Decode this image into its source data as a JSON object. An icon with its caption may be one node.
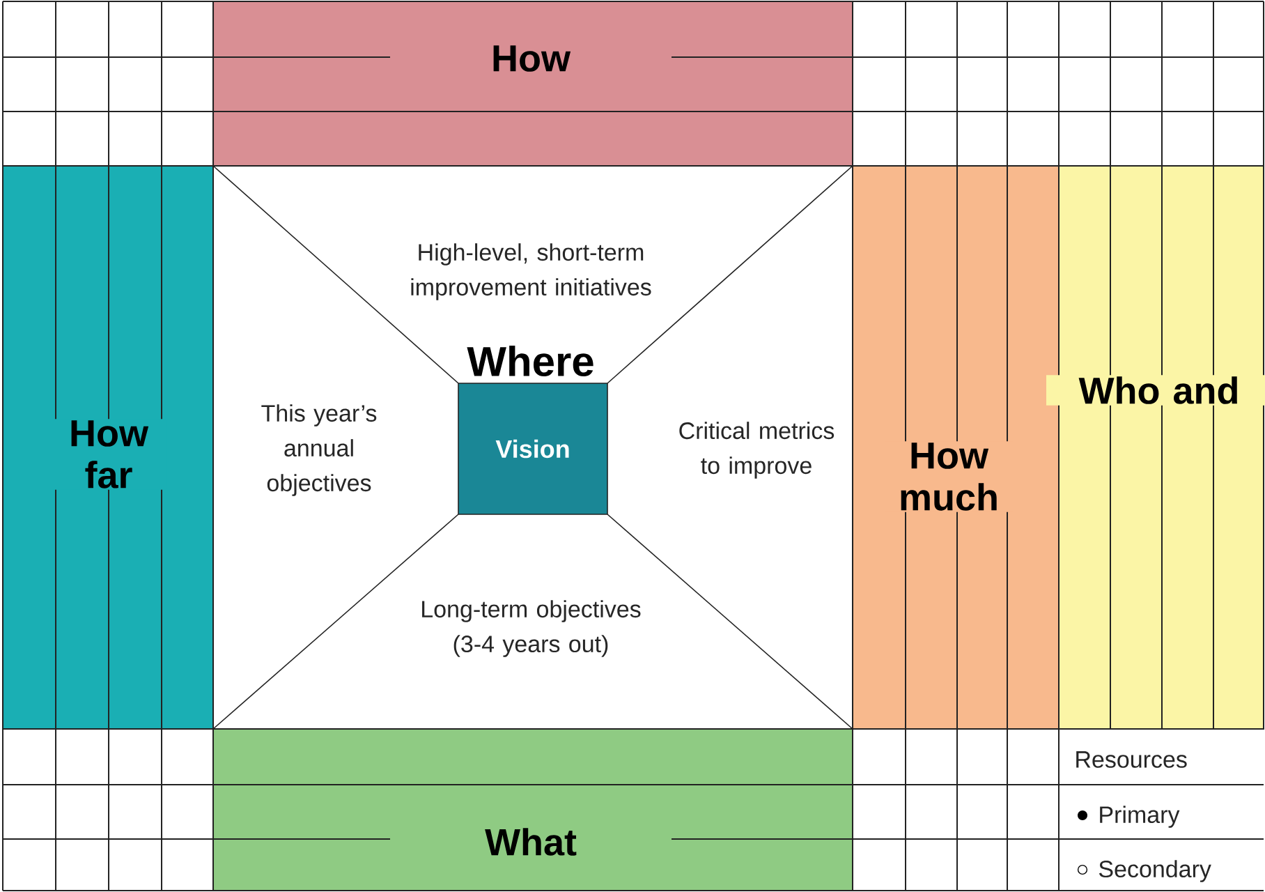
{
  "diagram": {
    "nodes": [
      {
        "text": [
          "How"
        ]
      },
      {
        "text": [
          "How far"
        ]
      },
      {
        "text": [
          "High-level, short-term improvement initiatives"
        ]
      },
      {
        "text": [
          "This year’s annual objectives"
        ]
      },
      {
        "text": [
          "Where",
          "Vision"
        ]
      },
      {
        "text": [
          "Critical metrics to improve"
        ]
      },
      {
        "text": [
          "Long-term objectives (3-4 years out)"
        ]
      },
      {
        "text": [
          "How much"
        ]
      },
      {
        "text": [
          "Who and"
        ]
      },
      {
        "text": [
          "What"
        ]
      }
    ],
    "edges": [],
    "labels": [
      "Resources"
    ],
    "legend": [
      {
        "text": "Primary"
      },
      {
        "text": "Secondary"
      }
    ]
  }
}
